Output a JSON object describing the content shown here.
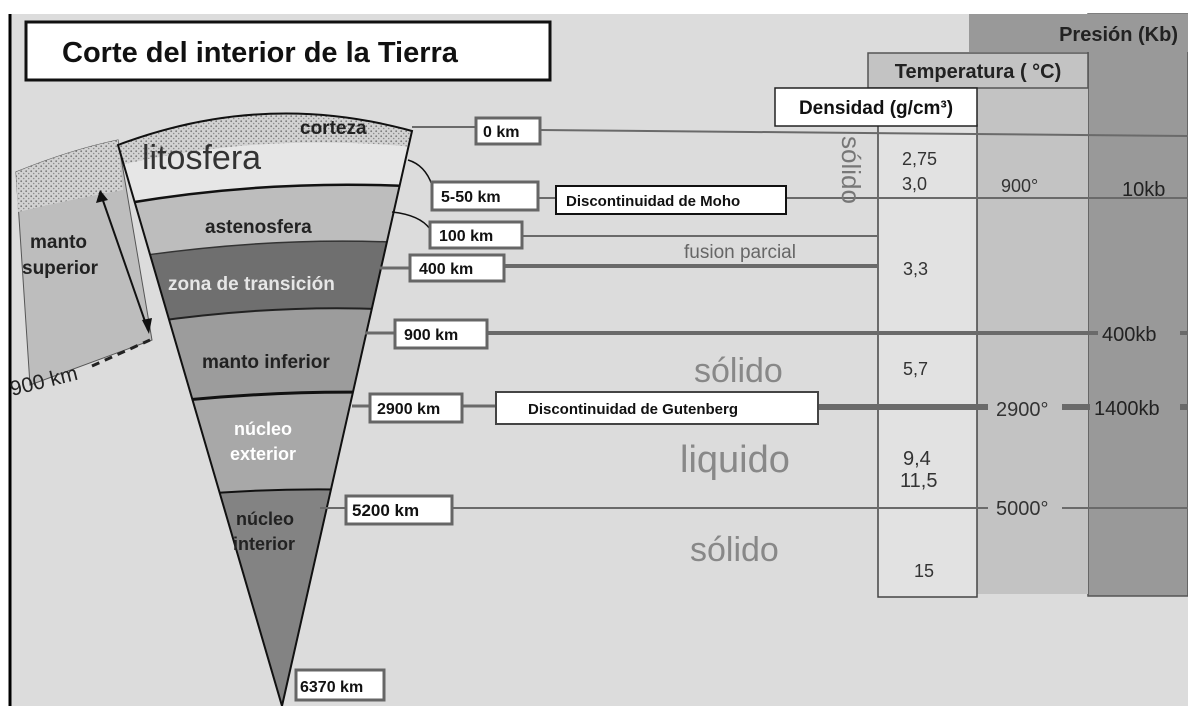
{
  "title": "Corte del interior de la Tierra",
  "columns": {
    "pressure": "Presión (Kb)",
    "temperature": "Temperatura ( °C)",
    "density": "Densidad (g/cm³)"
  },
  "layers": {
    "corteza": "corteza",
    "litosfera": "litosfera",
    "astenosfera": "astenosfera",
    "transicion": "zona de transición",
    "manto_inferior": "manto inferior",
    "nucleo_exterior_1": "núcleo",
    "nucleo_exterior_2": "exterior",
    "nucleo_interior_1": "núcleo",
    "nucleo_interior_2": "interior",
    "manto_superior_1": "manto",
    "manto_superior_2": "superior",
    "depth_900": "900 km"
  },
  "depths": {
    "d0": "0 km",
    "d5": "5-50 km",
    "d100": "100 km",
    "d400": "400 km",
    "d900": "900 km",
    "d2900": "2900 km",
    "d5200": "5200 km",
    "d6370": "6370 km"
  },
  "discontinuities": {
    "moho": "Discontinuidad de Moho",
    "gutenberg": "Discontinuidad de Gutenberg"
  },
  "states": {
    "solido_vertical": "sólido",
    "fusion": "fusion parcial",
    "solido_1": "sólido",
    "liquido": "liquido",
    "solido_2": "sólido"
  },
  "density_values": {
    "v1": "2,75",
    "v2": "3,0",
    "v3": "3,3",
    "v4": "5,7",
    "v5": "9,4",
    "v6": "11,5",
    "v7": "15"
  },
  "temperature_values": {
    "t900": "900°",
    "t2900": "2900°",
    "t5000": "5000°"
  },
  "pressure_values": {
    "p10": "10kb",
    "p400": "400kb",
    "p1400": "1400kb"
  },
  "colors": {
    "background": "#dcdcdc",
    "pressure_column": "#999999",
    "temperature_column": "#c3c3c3",
    "density_column": "#e2e2e2",
    "crust": "#c9c9c9",
    "lithosphere": "#e6e6e6",
    "asthenosphere": "#bdbdbd",
    "transition": "#6f6f6f",
    "lower_mantle": "#9c9c9c",
    "outer_core": "#a8a8a8",
    "inner_core": "#838383",
    "line": "#6a6a6a"
  }
}
